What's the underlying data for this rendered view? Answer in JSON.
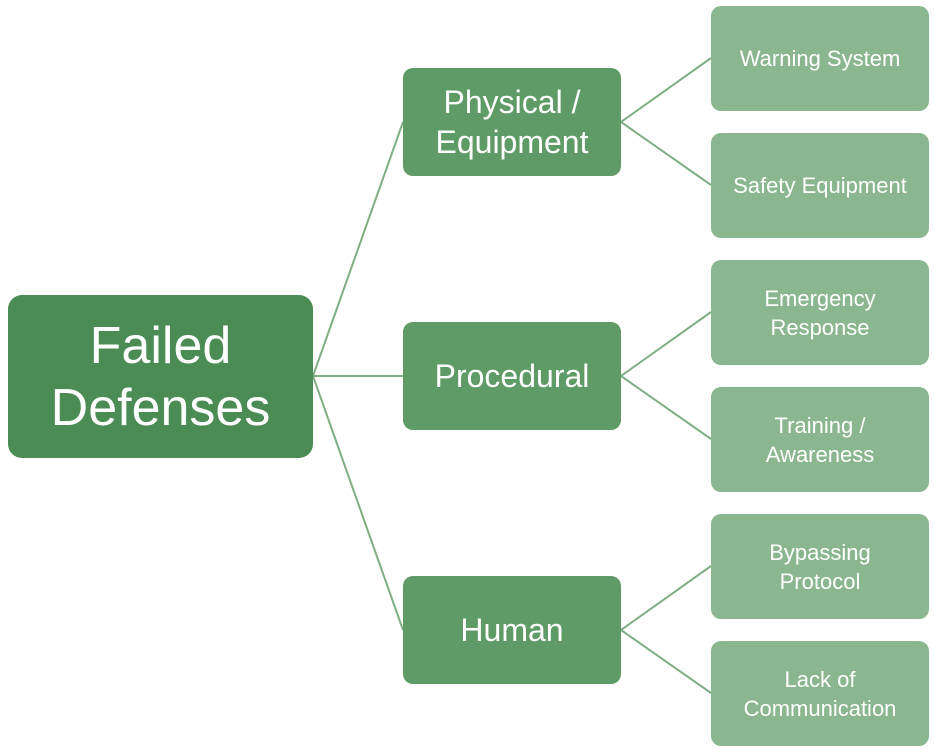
{
  "diagram": {
    "root": {
      "label": "Failed\nDefenses"
    },
    "categories": [
      {
        "label": "Physical /\nEquipment",
        "children": [
          "Warning System",
          "Safety Equipment"
        ]
      },
      {
        "label": "Procedural",
        "children": [
          "Emergency\nResponse",
          "Training /\nAwareness"
        ]
      },
      {
        "label": "Human",
        "children": [
          "Bypassing\nProtocol",
          "Lack of\nCommunication"
        ]
      }
    ]
  },
  "colors": {
    "root": "#4a8c54",
    "category": "#5e9b66",
    "leaf": "#8ab78f",
    "connector": "#7fae84"
  }
}
